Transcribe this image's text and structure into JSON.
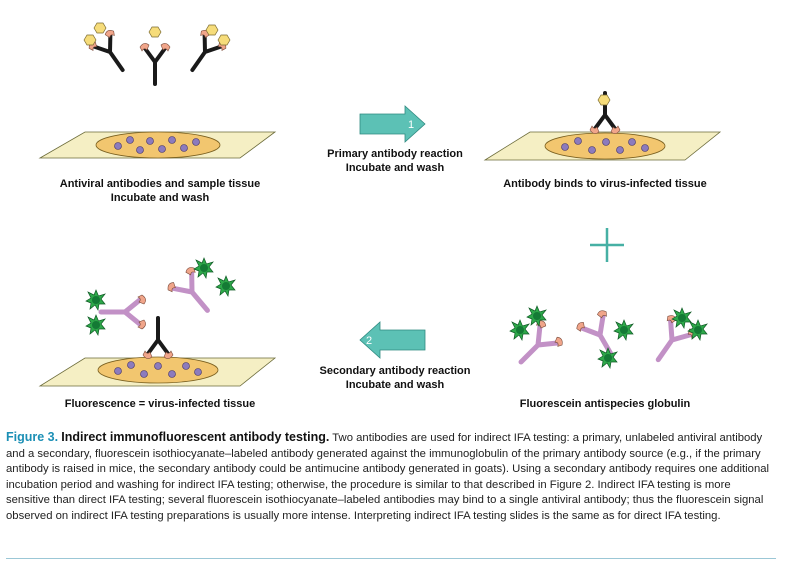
{
  "panels": {
    "sample": {
      "line1": "Antiviral antibodies and sample tissue",
      "line2": "Incubate and wash"
    },
    "step1": {
      "number": "1",
      "line1": "Primary antibody reaction",
      "line2": "Incubate and wash"
    },
    "bound": {
      "line1": "Antibody binds to virus-infected tissue"
    },
    "globulin": {
      "line1": "Fluorescein antispecies globulin"
    },
    "step2": {
      "number": "2",
      "line1": "Secondary antibody reaction",
      "line2": "Incubate and wash"
    },
    "fluorescence": {
      "line1": "Fluorescence = virus-infected tissue"
    }
  },
  "caption": {
    "figure_number": "Figure 3.",
    "title": "Indirect immunofluorescent antibody testing.",
    "body": "Two antibodies are used for indirect IFA testing: a primary, unlabeled antiviral antibody and a secondary, fluorescein isothiocyanate–labeled antibody generated against the immunoglobulin of the primary antibody source (e.g., if the primary antibody is raised in mice, the secondary antibody could be antimucine antibody generated in goats). Using a secondary antibody requires one additional incubation period and washing for indirect IFA testing; otherwise, the procedure is similar to that described in Figure 2. Indirect IFA testing is more sensitive than direct IFA testing; several fluorescein isothiocyanate–labeled antibodies may bind to a single antiviral antibody; thus the fluorescein signal observed on indirect IFA testing preparations is usually more intense. Interpreting indirect IFA testing slides is the same as for direct IFA testing."
  },
  "colors": {
    "slide": "#f5efc4",
    "tissue": "#f2c66f",
    "virus": "#8c7bbd",
    "antibody": "#1a1a1a",
    "antigen": "#f6dc7a",
    "fab_tip": "#f0a58a",
    "secondary": "#c291c6",
    "fluorescein": "#1f8f3f",
    "arrow": "#5cc1b5",
    "plus": "#46b0a4"
  },
  "icons": [
    "arrow-right-icon",
    "arrow-left-icon",
    "plus-icon"
  ]
}
